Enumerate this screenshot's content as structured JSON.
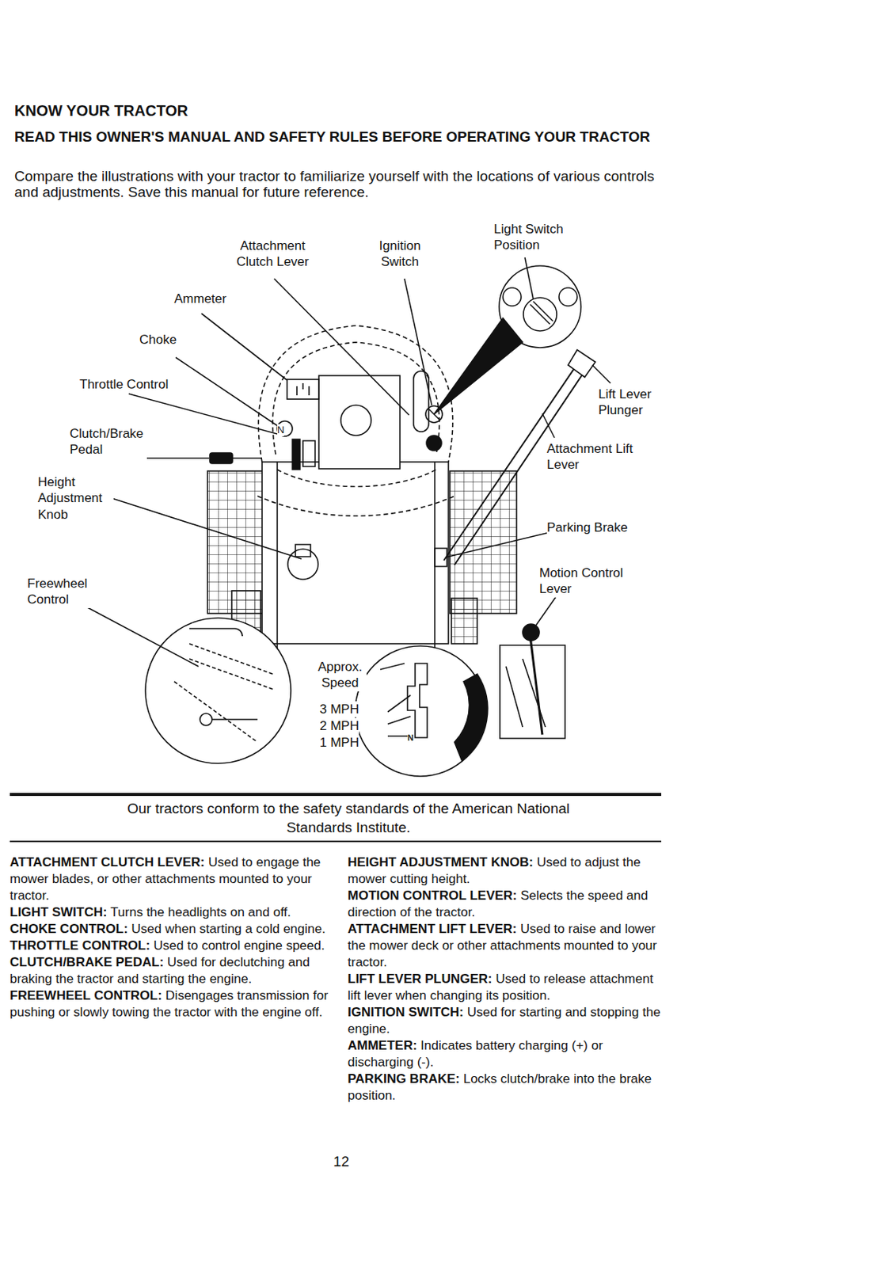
{
  "diagram": {
    "title": "KNOW YOUR TRACTOR",
    "caption": "Our tractors conform to the safety standards of the American National Standards Institute.",
    "labels": [
      "READ THIS OWNER'S MANUAL AND SAFETY RULES BEFORE OPERATING YOUR TRACTOR",
      "Compare the illustrations with your tractor to familiarize yourself with the locations of various controls and adjustments. Save this manual for future reference.",
      "Attachment Clutch Lever",
      "Ignition Switch",
      "Light Switch Position",
      "Ammeter",
      "Choke",
      "Throttle Control",
      "Lift Lever Plunger",
      "Clutch/Brake Pedal",
      "Attachment Lift Lever",
      "Height Adjustment Knob",
      "Parking Brake",
      "Freewheel Control",
      "Motion Control Lever",
      "Approx. Speed",
      "3 MPH",
      "2 MPH",
      "1 MPH",
      "N",
      "N",
      "ATTACHMENT CLUTCH LEVER:",
      "Used to engage the mower blades, or other attachments mounted to your tractor.",
      "LIGHT SWITCH:",
      "Turns the headlights on and off.",
      "CHOKE CONTROL:",
      "Used when starting a cold engine.",
      "THROTTLE CONTROL:",
      "Used to control engine speed.",
      "CLUTCH/BRAKE PEDAL:",
      "Used for declutching and braking the tractor and starting the engine.",
      "FREEWHEEL CONTROL:",
      "Disengages transmission for pushing or slowly towing the tractor with the engine off.",
      "HEIGHT ADJUSTMENT KNOB:",
      "Used to adjust the mower cutting height.",
      "MOTION CONTROL LEVER:",
      "Selects the speed and direction of the tractor.",
      "ATTACHMENT LIFT LEVER:",
      "Used to raise and lower the mower deck or other attachments mounted to your tractor.",
      "LIFT LEVER PLUNGER:",
      "Used to release attachment lift lever when changing its position.",
      "IGNITION SWITCH:",
      "Used for starting and stopping the engine.",
      "AMMETER:",
      "Indicates battery charging (+) or discharging (-).",
      "PARKING BRAKE:",
      "Locks clutch/brake into the brake position.",
      "12"
    ]
  }
}
